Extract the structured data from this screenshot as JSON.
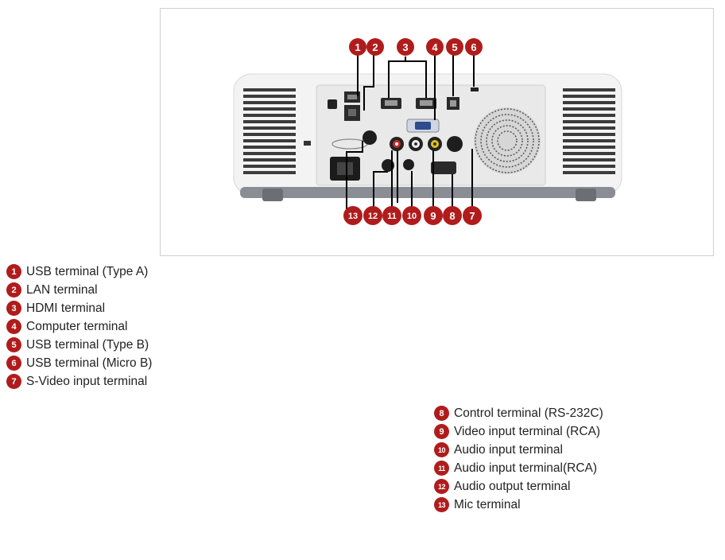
{
  "callouts_top": [
    {
      "num": "1"
    },
    {
      "num": "2"
    },
    {
      "num": "3"
    },
    {
      "num": "4"
    },
    {
      "num": "5"
    },
    {
      "num": "6"
    }
  ],
  "callouts_bottom": [
    {
      "num": "13"
    },
    {
      "num": "12"
    },
    {
      "num": "11"
    },
    {
      "num": "10"
    },
    {
      "num": "9"
    },
    {
      "num": "8"
    },
    {
      "num": "7"
    }
  ],
  "colors": {
    "badge": "#b01c1c",
    "body": "#f3f3f3",
    "panel": "#e9e9e9",
    "frame_border": "#cfcfcf"
  },
  "legend": [
    {
      "num": "1",
      "label": "USB terminal (Type A)"
    },
    {
      "num": "2",
      "label": "LAN terminal"
    },
    {
      "num": "3",
      "label": "HDMI terminal"
    },
    {
      "num": "4",
      "label": "Computer terminal"
    },
    {
      "num": "5",
      "label": "USB terminal (Type B)"
    },
    {
      "num": "6",
      "label": "USB terminal (Micro B)"
    },
    {
      "num": "7",
      "label": "S-Video input terminal"
    },
    {
      "num": "8",
      "label": "Control terminal (RS-232C)"
    },
    {
      "num": "9",
      "label": "Video input terminal (RCA)"
    },
    {
      "num": "10",
      "label": "Audio input terminal"
    },
    {
      "num": "11",
      "label": "Audio input terminal(RCA)"
    },
    {
      "num": "12",
      "label": "Audio output terminal"
    },
    {
      "num": "13",
      "label": "Mic terminal"
    }
  ]
}
